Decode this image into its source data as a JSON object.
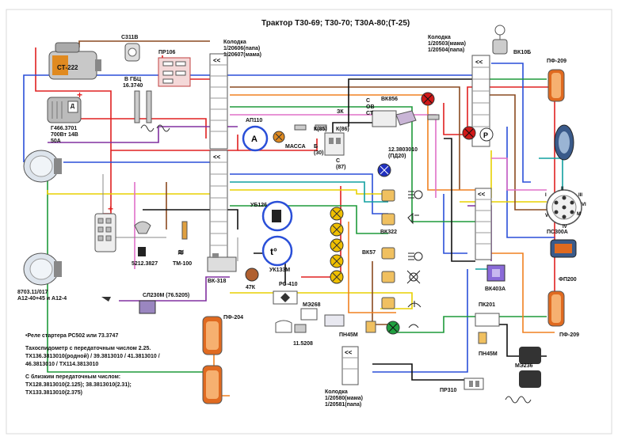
{
  "title": "Трактор Т30-69; Т30-70; Т30А-80;(Т-25)",
  "components": {
    "starter": "СТ-222",
    "glow_ctrl": "С311В",
    "pr106": "ПР106",
    "to_gbc": "В ГБЦ",
    "glow_plug": "16.3740",
    "alternator": "Г466.3701\n700Вт 14В\n50А",
    "alt_d": "Д",
    "ap110": "АП110",
    "ammeter": "А",
    "massa": "МАССА",
    "k85": "К(85)",
    "k86": "К(86)",
    "b30": "Б\n(30)",
    "c87": "С\n(87)",
    "zk": "ЗК",
    "vk856": "ВК856",
    "c_ov_st": "С\nОВ\nСТ",
    "vk10b": "ВК10Б",
    "pf209_top": "ПФ-209",
    "turn_relay": "12.3803010\n(ПД20)",
    "ub126": "УБ126",
    "uk133m": "УК133М",
    "sensor1": "5212.3827",
    "sensor2": "ТМ-100",
    "vk318": "ВК-318",
    "r47k": "47К",
    "headlight": "8703.11/017\nА12-40+45 и А12-4",
    "sl230": "СЛ230М (76.5205)",
    "rs410": "РС-410",
    "me268": "МЭ268",
    "pump": "11.5208",
    "pn45m_mid": "ПН45М",
    "vk322": "ВК322",
    "vk57": "ВК57",
    "pf204": "ПФ-204",
    "ps300a": "ПС300А",
    "vk403a": "ВК403А",
    "fp200": "ФП200",
    "pk201": "ПК201",
    "pn45m_right": "ПН45М",
    "me236": "МЭ236",
    "pf209_bot": "ПФ-209",
    "pr310": "ПР310",
    "conn1": "Колодка\n1/20606(папа)\n1/20607(мама)",
    "conn2": "Колодка\n1/20503(мама)\n1/20504(папа)",
    "conn3": "Колодка\n1/20580(мама)\n1/20581(папа)",
    "socket_pins": [
      "I",
      "II",
      "III",
      "VI",
      "V",
      "IV",
      "M"
    ]
  },
  "notes": [
    "•Реле стартера РС502 или 73.3747",
    "Тахоспидометр с передаточным числом 2.25.\nТХ136.3813010(родной) / 39.3813010 / 41.3813010 /\n46.3813010 / ТХ114.3813010",
    "С близким передаточным числом:\nТХ128.3813010(2.125); 38.3813010(2.31);\nТХ133.3813010(2.375)"
  ],
  "colors": {
    "wire_red": "#e02020",
    "wire_blue": "#2a4fd8",
    "wire_green": "#1e9a3a",
    "wire_yellow": "#e8d000",
    "wire_brown": "#8a4a20",
    "wire_orange": "#f08020",
    "wire_pink": "#e070c8",
    "wire_purple": "#8030a0",
    "wire_black": "#111111",
    "wire_teal": "#10a0a0",
    "lamp_red": "#d01818",
    "lamp_green": "#20a040",
    "lamp_blue": "#2030c0",
    "lamp_yellow": "#f0c000"
  },
  "icons": [
    "starter-icon",
    "alternator-icon",
    "headlight-icon",
    "gauge-icon",
    "fuel-icon",
    "temperature-icon",
    "lamp-icon",
    "relay-icon",
    "horn-icon",
    "wiper-icon",
    "fan-icon",
    "socket-icon"
  ]
}
